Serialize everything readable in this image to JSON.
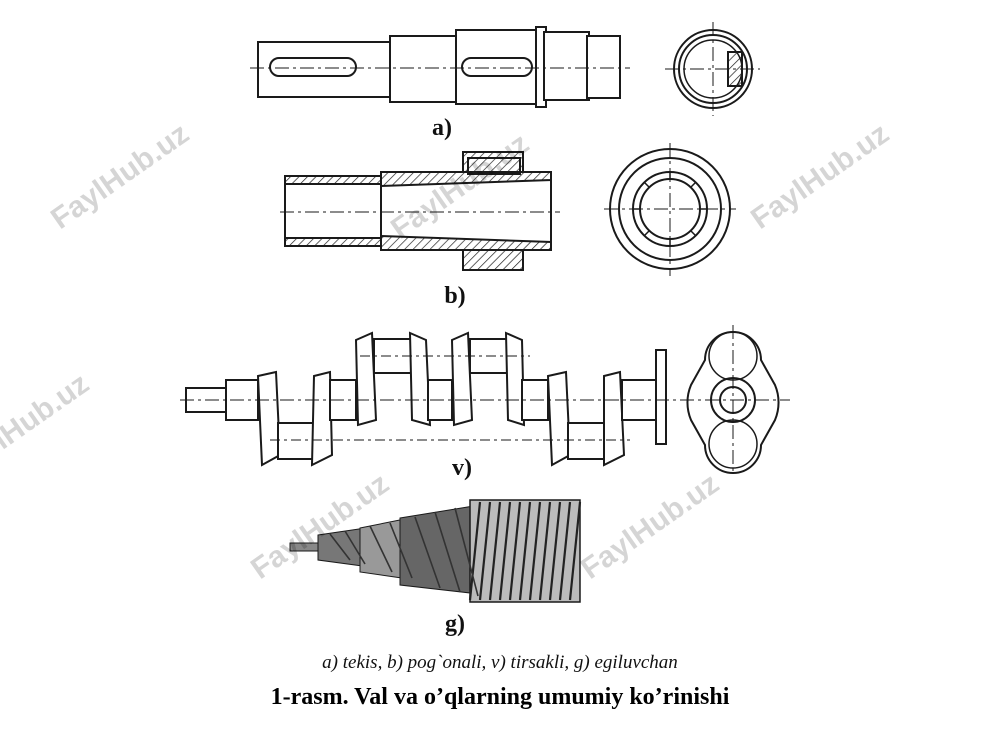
{
  "labels": {
    "a": "a)",
    "b": "b)",
    "v": "v)",
    "g": "g)"
  },
  "caption": {
    "sub": "a) tekis, b) pog`onali, v) tirsakli,  g) egiluvchan",
    "main": "1-rasm. Val va o’qlarning umumiy  ko’rinishi"
  },
  "watermark": "FaylHub.uz",
  "colors": {
    "line": "#1a1a1a",
    "background": "#ffffff"
  }
}
